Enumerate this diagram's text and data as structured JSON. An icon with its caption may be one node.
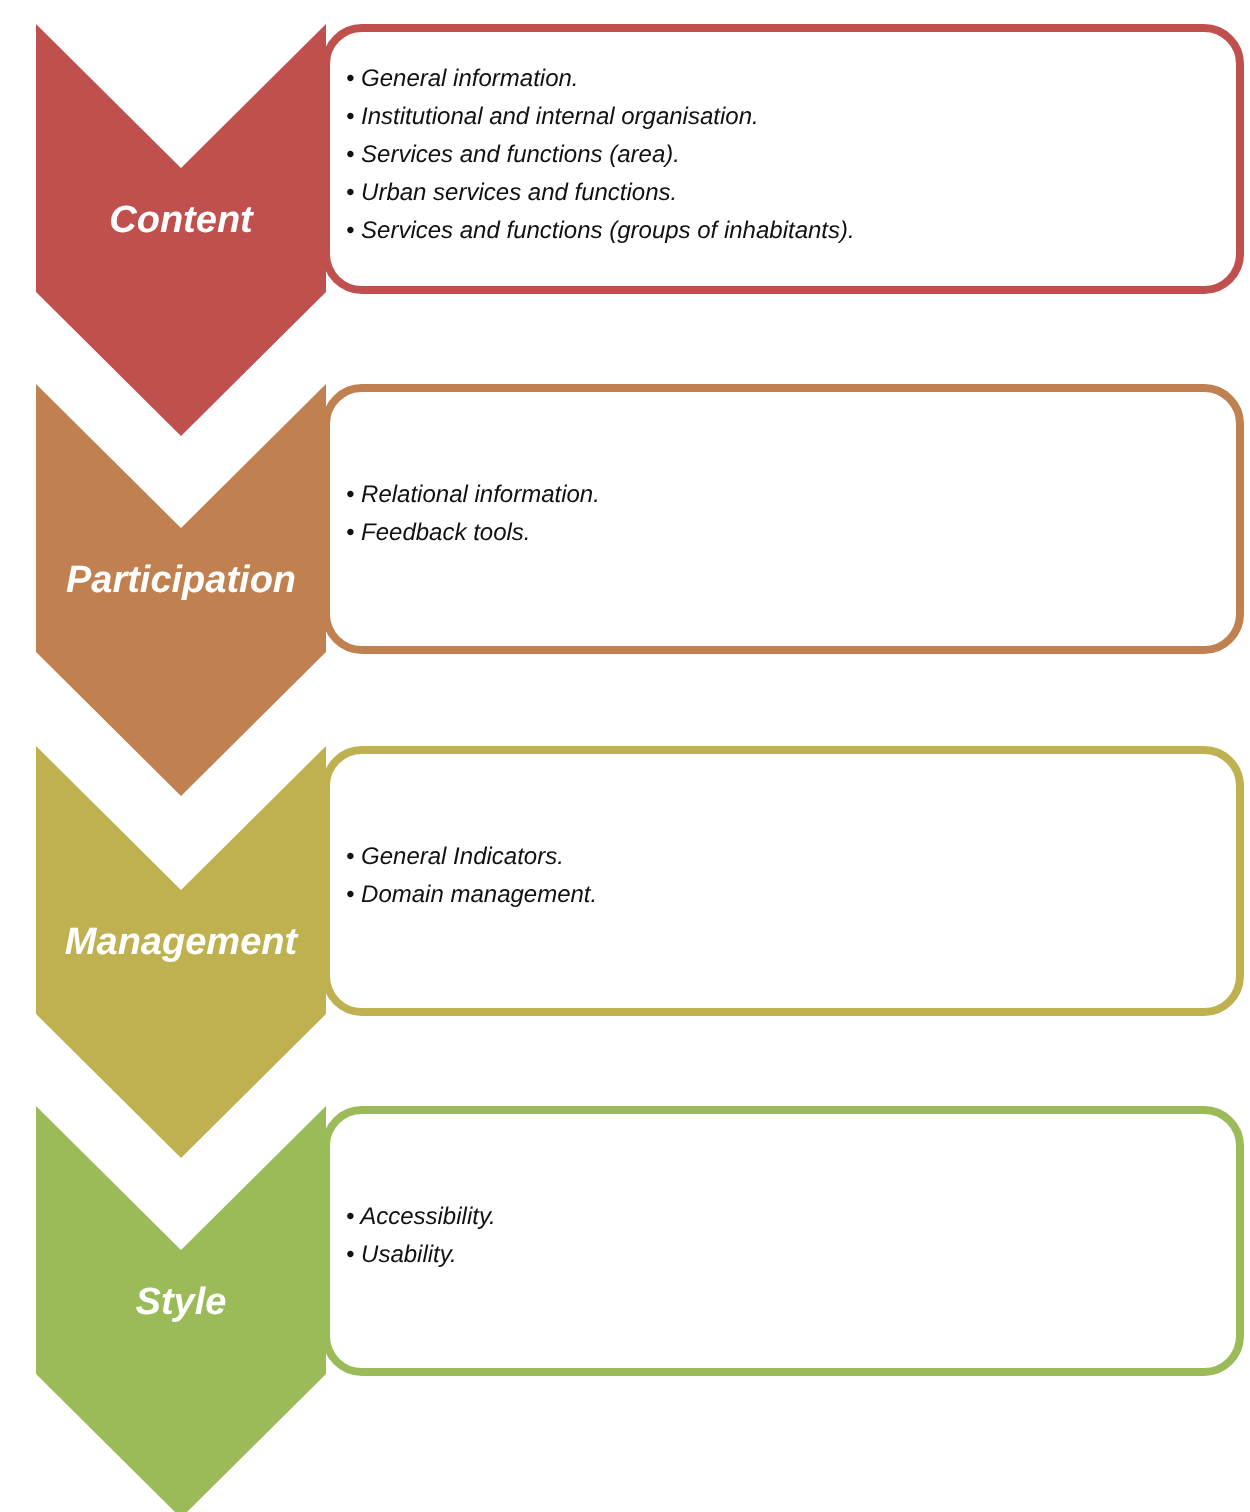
{
  "diagram": {
    "nodes": [
      {
        "text": [
          "Content"
        ]
      },
      {
        "text": [
          "• General information.",
          "• Institutional and internal organisation.",
          "• Services and functions (area).",
          "• Urban services and functions.",
          "• Services and functions (groups of inhabitants)."
        ]
      },
      {
        "text": [
          "Participation"
        ]
      },
      {
        "text": [
          "• Relational information.",
          "• Feedback tools."
        ]
      },
      {
        "text": [
          "Management"
        ]
      },
      {
        "text": [
          "• General Indicators.",
          "• Domain management."
        ]
      },
      {
        "text": [
          "Style"
        ]
      },
      {
        "text": [
          "• Accessibility.",
          "• Usability."
        ]
      }
    ]
  }
}
